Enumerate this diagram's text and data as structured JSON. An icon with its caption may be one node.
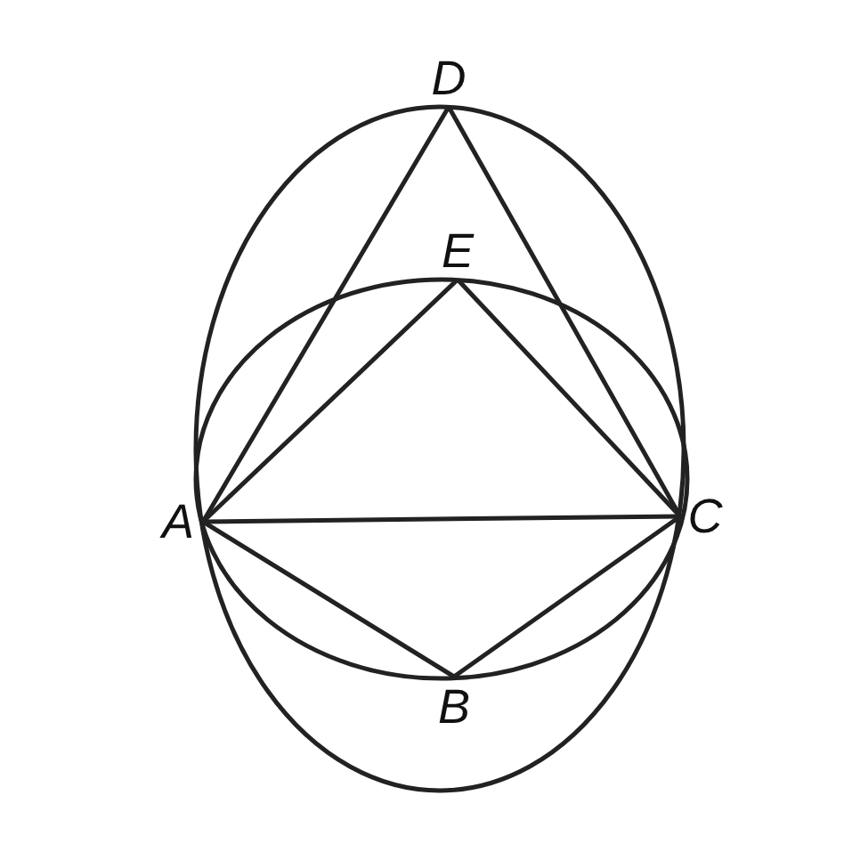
{
  "diagram": {
    "nodes": [
      {
        "text": [
          "D"
        ]
      },
      {
        "text": [
          "E"
        ]
      },
      {
        "text": [
          "A"
        ]
      },
      {
        "text": [
          "C"
        ]
      },
      {
        "text": [
          "B"
        ]
      }
    ],
    "edges": [
      {
        "from": 0,
        "to": 2,
        "arrow": "none"
      },
      {
        "from": 0,
        "to": 3,
        "arrow": "none"
      },
      {
        "from": 1,
        "to": 2,
        "arrow": "none"
      },
      {
        "from": 1,
        "to": 3,
        "arrow": "none"
      },
      {
        "from": 2,
        "to": 3,
        "arrow": "none"
      },
      {
        "from": 2,
        "to": 4,
        "arrow": "none"
      },
      {
        "from": 4,
        "to": 3,
        "arrow": "none"
      }
    ]
  }
}
